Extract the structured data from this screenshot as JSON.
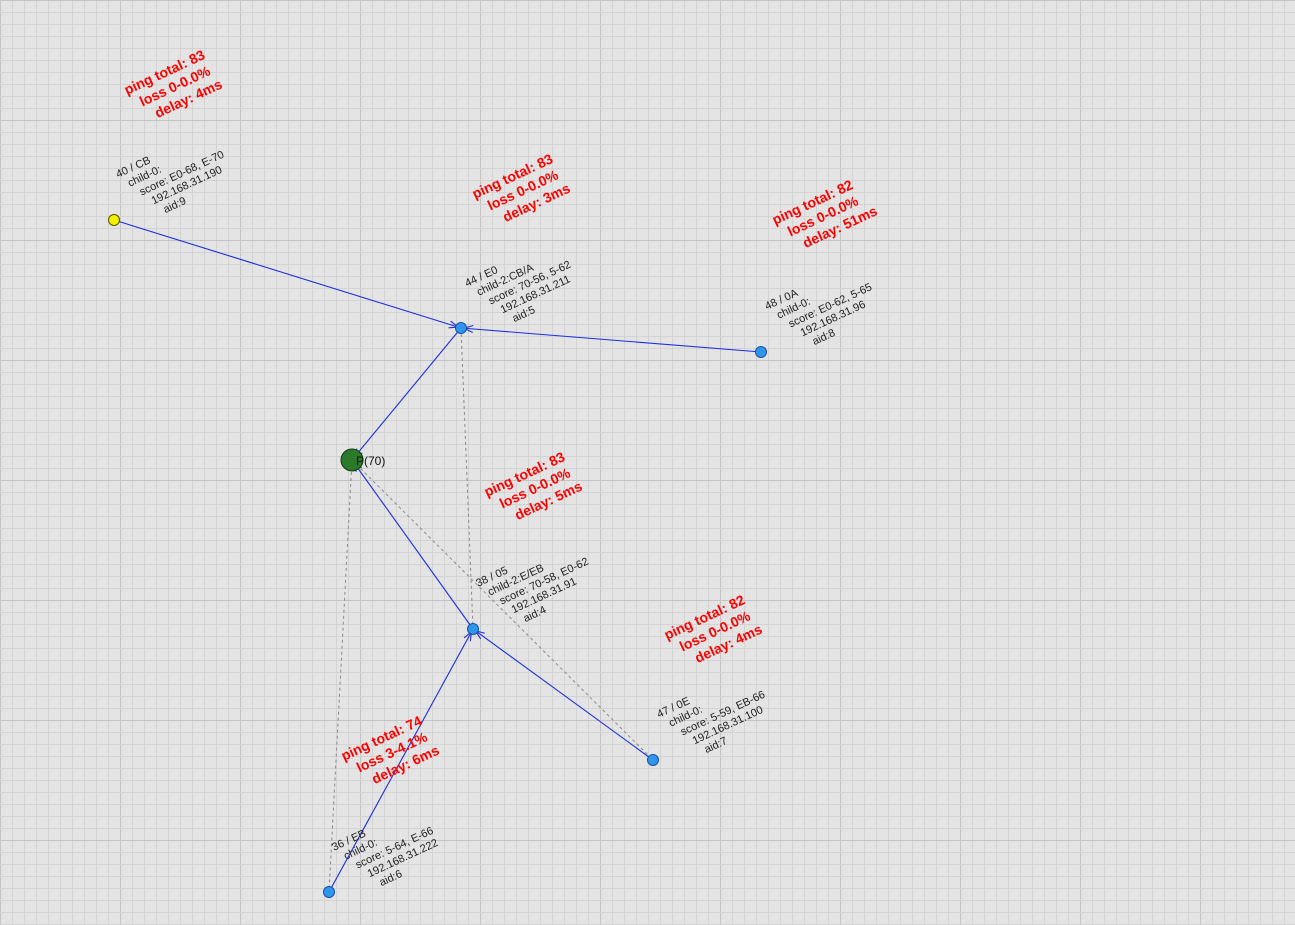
{
  "colors": {
    "background": "#e4e4e4",
    "grid_minor": "#d3d3d3",
    "grid_major": "#c4c4c4",
    "link": "#1c2fe0",
    "dashed_link": "#8a8a8a",
    "node": "#2f96f0",
    "node_stroke": "#1a4f9a",
    "root": "#2a7a2a",
    "root_stroke": "#103a10",
    "highlight_node": "#f4f000",
    "ping_text": "#ff0000"
  },
  "root": {
    "label": "P(70)"
  },
  "nodes": [
    {
      "key": "n40",
      "color_role": "highlight",
      "lines": [
        "40 / CB",
        "child-0:",
        "score: E0-68, E-70",
        "192.168.31.190",
        "aid:9"
      ]
    },
    {
      "key": "n44",
      "color_role": "normal",
      "lines": [
        "44 / E0",
        "child-2:CB/A",
        "score: 70-56, 5-62",
        "192.168.31.211",
        "aid:5"
      ]
    },
    {
      "key": "n48",
      "color_role": "normal",
      "lines": [
        "48 / 0A",
        "child-0:",
        "score: E0-62, 5-65",
        "192.168.31.96",
        "aid:8"
      ]
    },
    {
      "key": "n38",
      "color_role": "normal",
      "lines": [
        "38 / 05",
        "child-2:E/EB",
        "score: 70-58,  E0-62",
        "192.168.31.91",
        "aid:4"
      ]
    },
    {
      "key": "n47",
      "color_role": "normal",
      "lines": [
        "47 / 0E",
        "child-0:",
        "score: 5-59, EB-66",
        "192.168.31.100",
        "aid:7"
      ]
    },
    {
      "key": "n36",
      "color_role": "normal",
      "lines": [
        "36 / EB",
        "child-0:",
        "score: 5-64, E-66",
        "192.168.31.222",
        "aid:6"
      ]
    }
  ],
  "links": [
    {
      "from": "n40",
      "to": "n44"
    },
    {
      "from": "n48",
      "to": "n44"
    },
    {
      "from": "n44",
      "to": "root"
    },
    {
      "from": "n38",
      "to": "root"
    },
    {
      "from": "n47",
      "to": "n38"
    },
    {
      "from": "n36",
      "to": "n38"
    }
  ],
  "dashed_links": [
    {
      "from": "root",
      "to": "n47"
    },
    {
      "from": "root",
      "to": "n36"
    },
    {
      "from": "n44",
      "to": "n38"
    }
  ],
  "ping_labels": [
    {
      "key": "p40",
      "lines": [
        "ping total: 83",
        "loss 0-0.0%",
        "delay: 4ms"
      ]
    },
    {
      "key": "p44",
      "lines": [
        "ping total: 83",
        "loss 0-0.0%",
        "delay: 3ms"
      ]
    },
    {
      "key": "p48",
      "lines": [
        "ping total: 82",
        "loss 0-0.0%",
        "delay: 51ms"
      ]
    },
    {
      "key": "p38",
      "lines": [
        "ping total: 83",
        "loss 0-0.0%",
        "delay: 5ms"
      ]
    },
    {
      "key": "p47",
      "lines": [
        "ping total: 82",
        "loss 0-0.0%",
        "delay: 4ms"
      ]
    },
    {
      "key": "p36",
      "lines": [
        "ping total: 74",
        "loss 3-4.1%",
        "delay: 6ms"
      ]
    }
  ]
}
